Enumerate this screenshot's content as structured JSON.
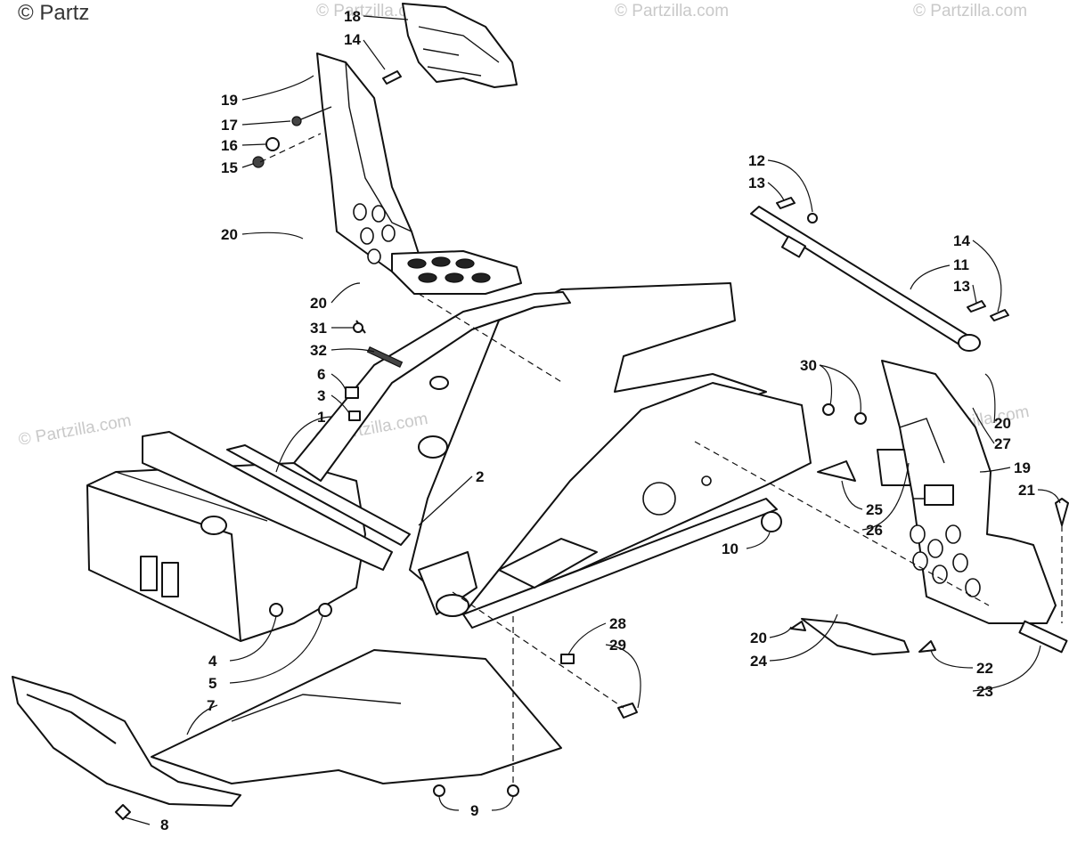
{
  "watermark": {
    "corner": "© Partz",
    "repeat": "© Partzilla.com"
  },
  "callouts": [
    {
      "id": "c18a",
      "label": "18"
    },
    {
      "id": "c14a",
      "label": "14"
    },
    {
      "id": "c19a",
      "label": "19"
    },
    {
      "id": "c17",
      "label": "17"
    },
    {
      "id": "c16",
      "label": "16"
    },
    {
      "id": "c15",
      "label": "15"
    },
    {
      "id": "c20a",
      "label": "20"
    },
    {
      "id": "c20b",
      "label": "20"
    },
    {
      "id": "c31",
      "label": "31"
    },
    {
      "id": "c32",
      "label": "32"
    },
    {
      "id": "c6",
      "label": "6"
    },
    {
      "id": "c3",
      "label": "3"
    },
    {
      "id": "c1",
      "label": "1"
    },
    {
      "id": "c2",
      "label": "2"
    },
    {
      "id": "c4",
      "label": "4"
    },
    {
      "id": "c5",
      "label": "5"
    },
    {
      "id": "c7",
      "label": "7"
    },
    {
      "id": "c8",
      "label": "8"
    },
    {
      "id": "c9",
      "label": "9"
    },
    {
      "id": "c10",
      "label": "10"
    },
    {
      "id": "c28",
      "label": "28"
    },
    {
      "id": "c29",
      "label": "29"
    },
    {
      "id": "c12",
      "label": "12"
    },
    {
      "id": "c13a",
      "label": "13"
    },
    {
      "id": "c14b",
      "label": "14"
    },
    {
      "id": "c11",
      "label": "11"
    },
    {
      "id": "c13b",
      "label": "13"
    },
    {
      "id": "c30",
      "label": "30"
    },
    {
      "id": "c20c",
      "label": "20"
    },
    {
      "id": "c27",
      "label": "27"
    },
    {
      "id": "c19b",
      "label": "19"
    },
    {
      "id": "c21",
      "label": "21"
    },
    {
      "id": "c25",
      "label": "25"
    },
    {
      "id": "c26",
      "label": "26"
    },
    {
      "id": "c20d",
      "label": "20"
    },
    {
      "id": "c24",
      "label": "24"
    },
    {
      "id": "c22",
      "label": "22"
    },
    {
      "id": "c23",
      "label": "23"
    }
  ]
}
